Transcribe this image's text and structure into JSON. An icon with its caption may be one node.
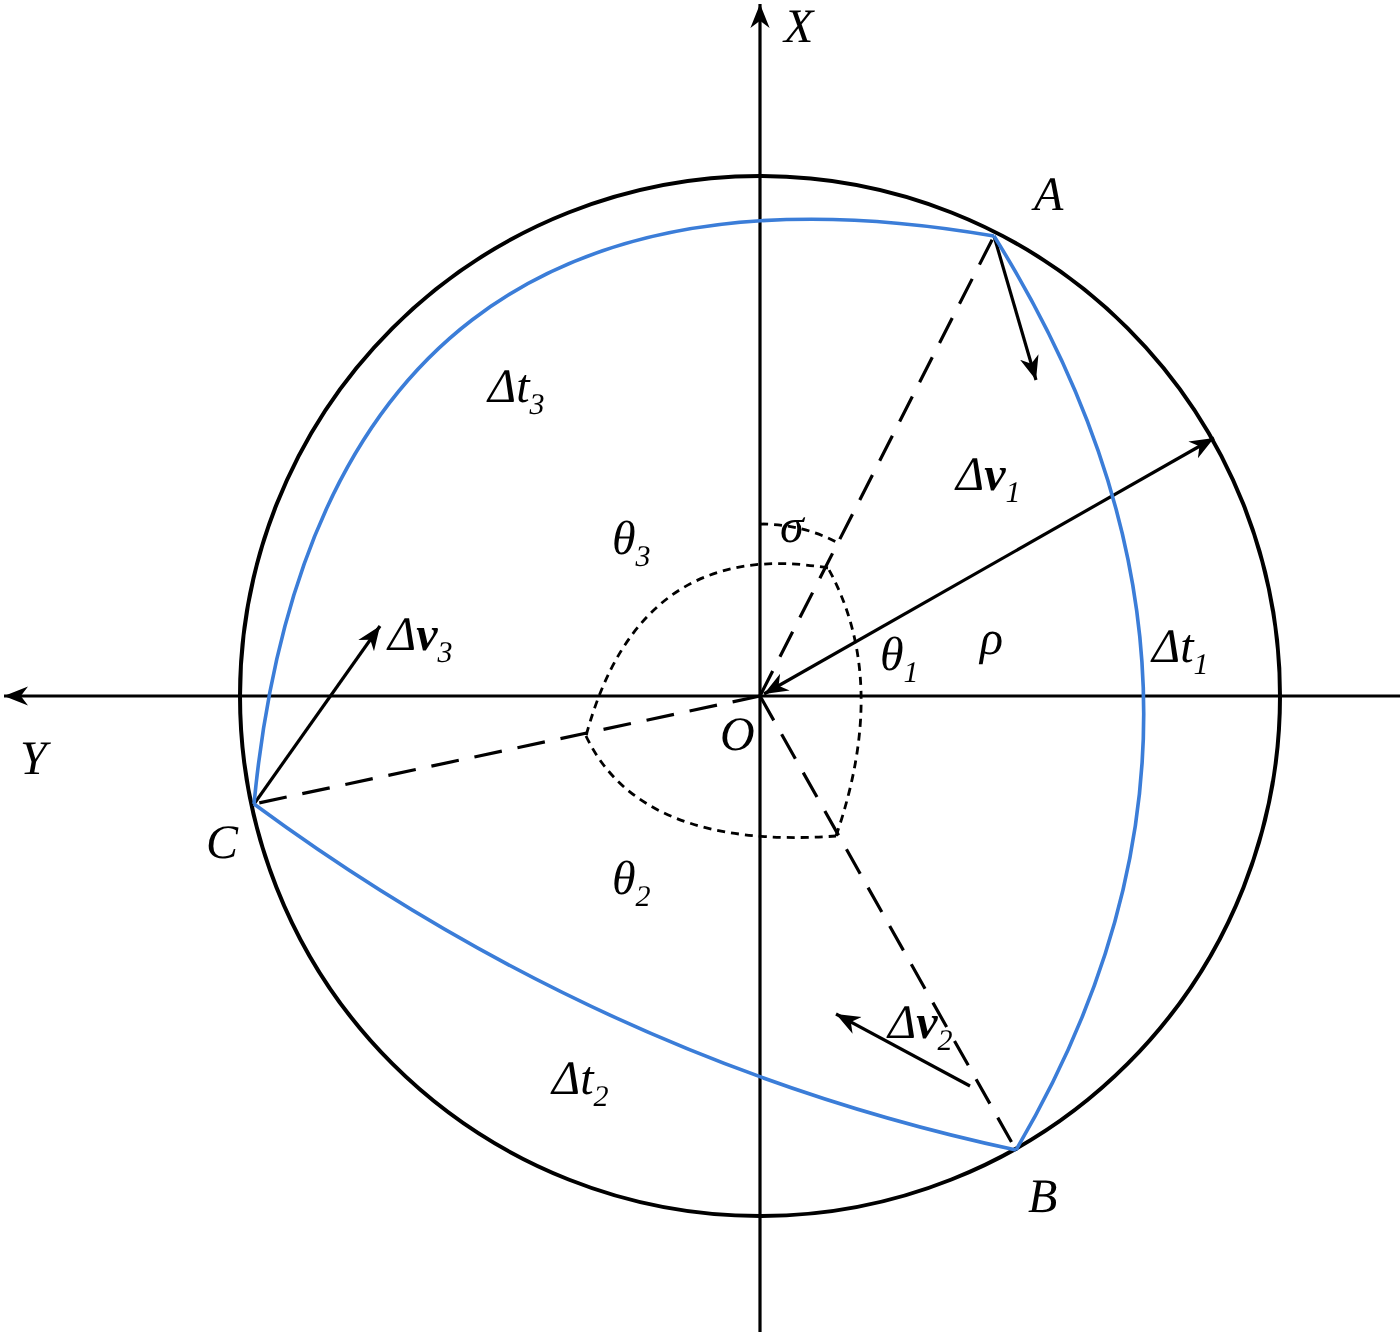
{
  "diagram": {
    "nodes": [
      {
        "text": [
          "A"
        ]
      },
      {
        "text": [
          "B"
        ]
      },
      {
        "text": [
          "C"
        ]
      },
      {
        "text": [
          "O"
        ]
      }
    ],
    "edges": [
      {
        "from": 3,
        "to": 0,
        "arrow": "none",
        "style": "dashed"
      },
      {
        "from": 3,
        "to": 1,
        "arrow": "none",
        "style": "dashed"
      },
      {
        "from": 3,
        "to": 2,
        "arrow": "none",
        "style": "dashed"
      },
      {
        "from": 0,
        "to": 1,
        "arrow": "none",
        "label": "Δt$_{1}$",
        "color": "#3b7dd8"
      },
      {
        "from": 1,
        "to": 2,
        "arrow": "none",
        "label": "Δt$_{2}$",
        "color": "#3b7dd8"
      },
      {
        "from": 2,
        "to": 0,
        "arrow": "none",
        "label": "Δt$_{3}$",
        "color": "#3b7dd8"
      }
    ],
    "labels": [
      "X",
      "Δ**v**$_{1}$",
      "σ",
      "θ$_{3}$",
      "ρ",
      "Δ**v**$_{3}$",
      "θ$_{1}$",
      "Y",
      "θ$_{2}$",
      "Δ**v**$_{2}$"
    ]
  }
}
